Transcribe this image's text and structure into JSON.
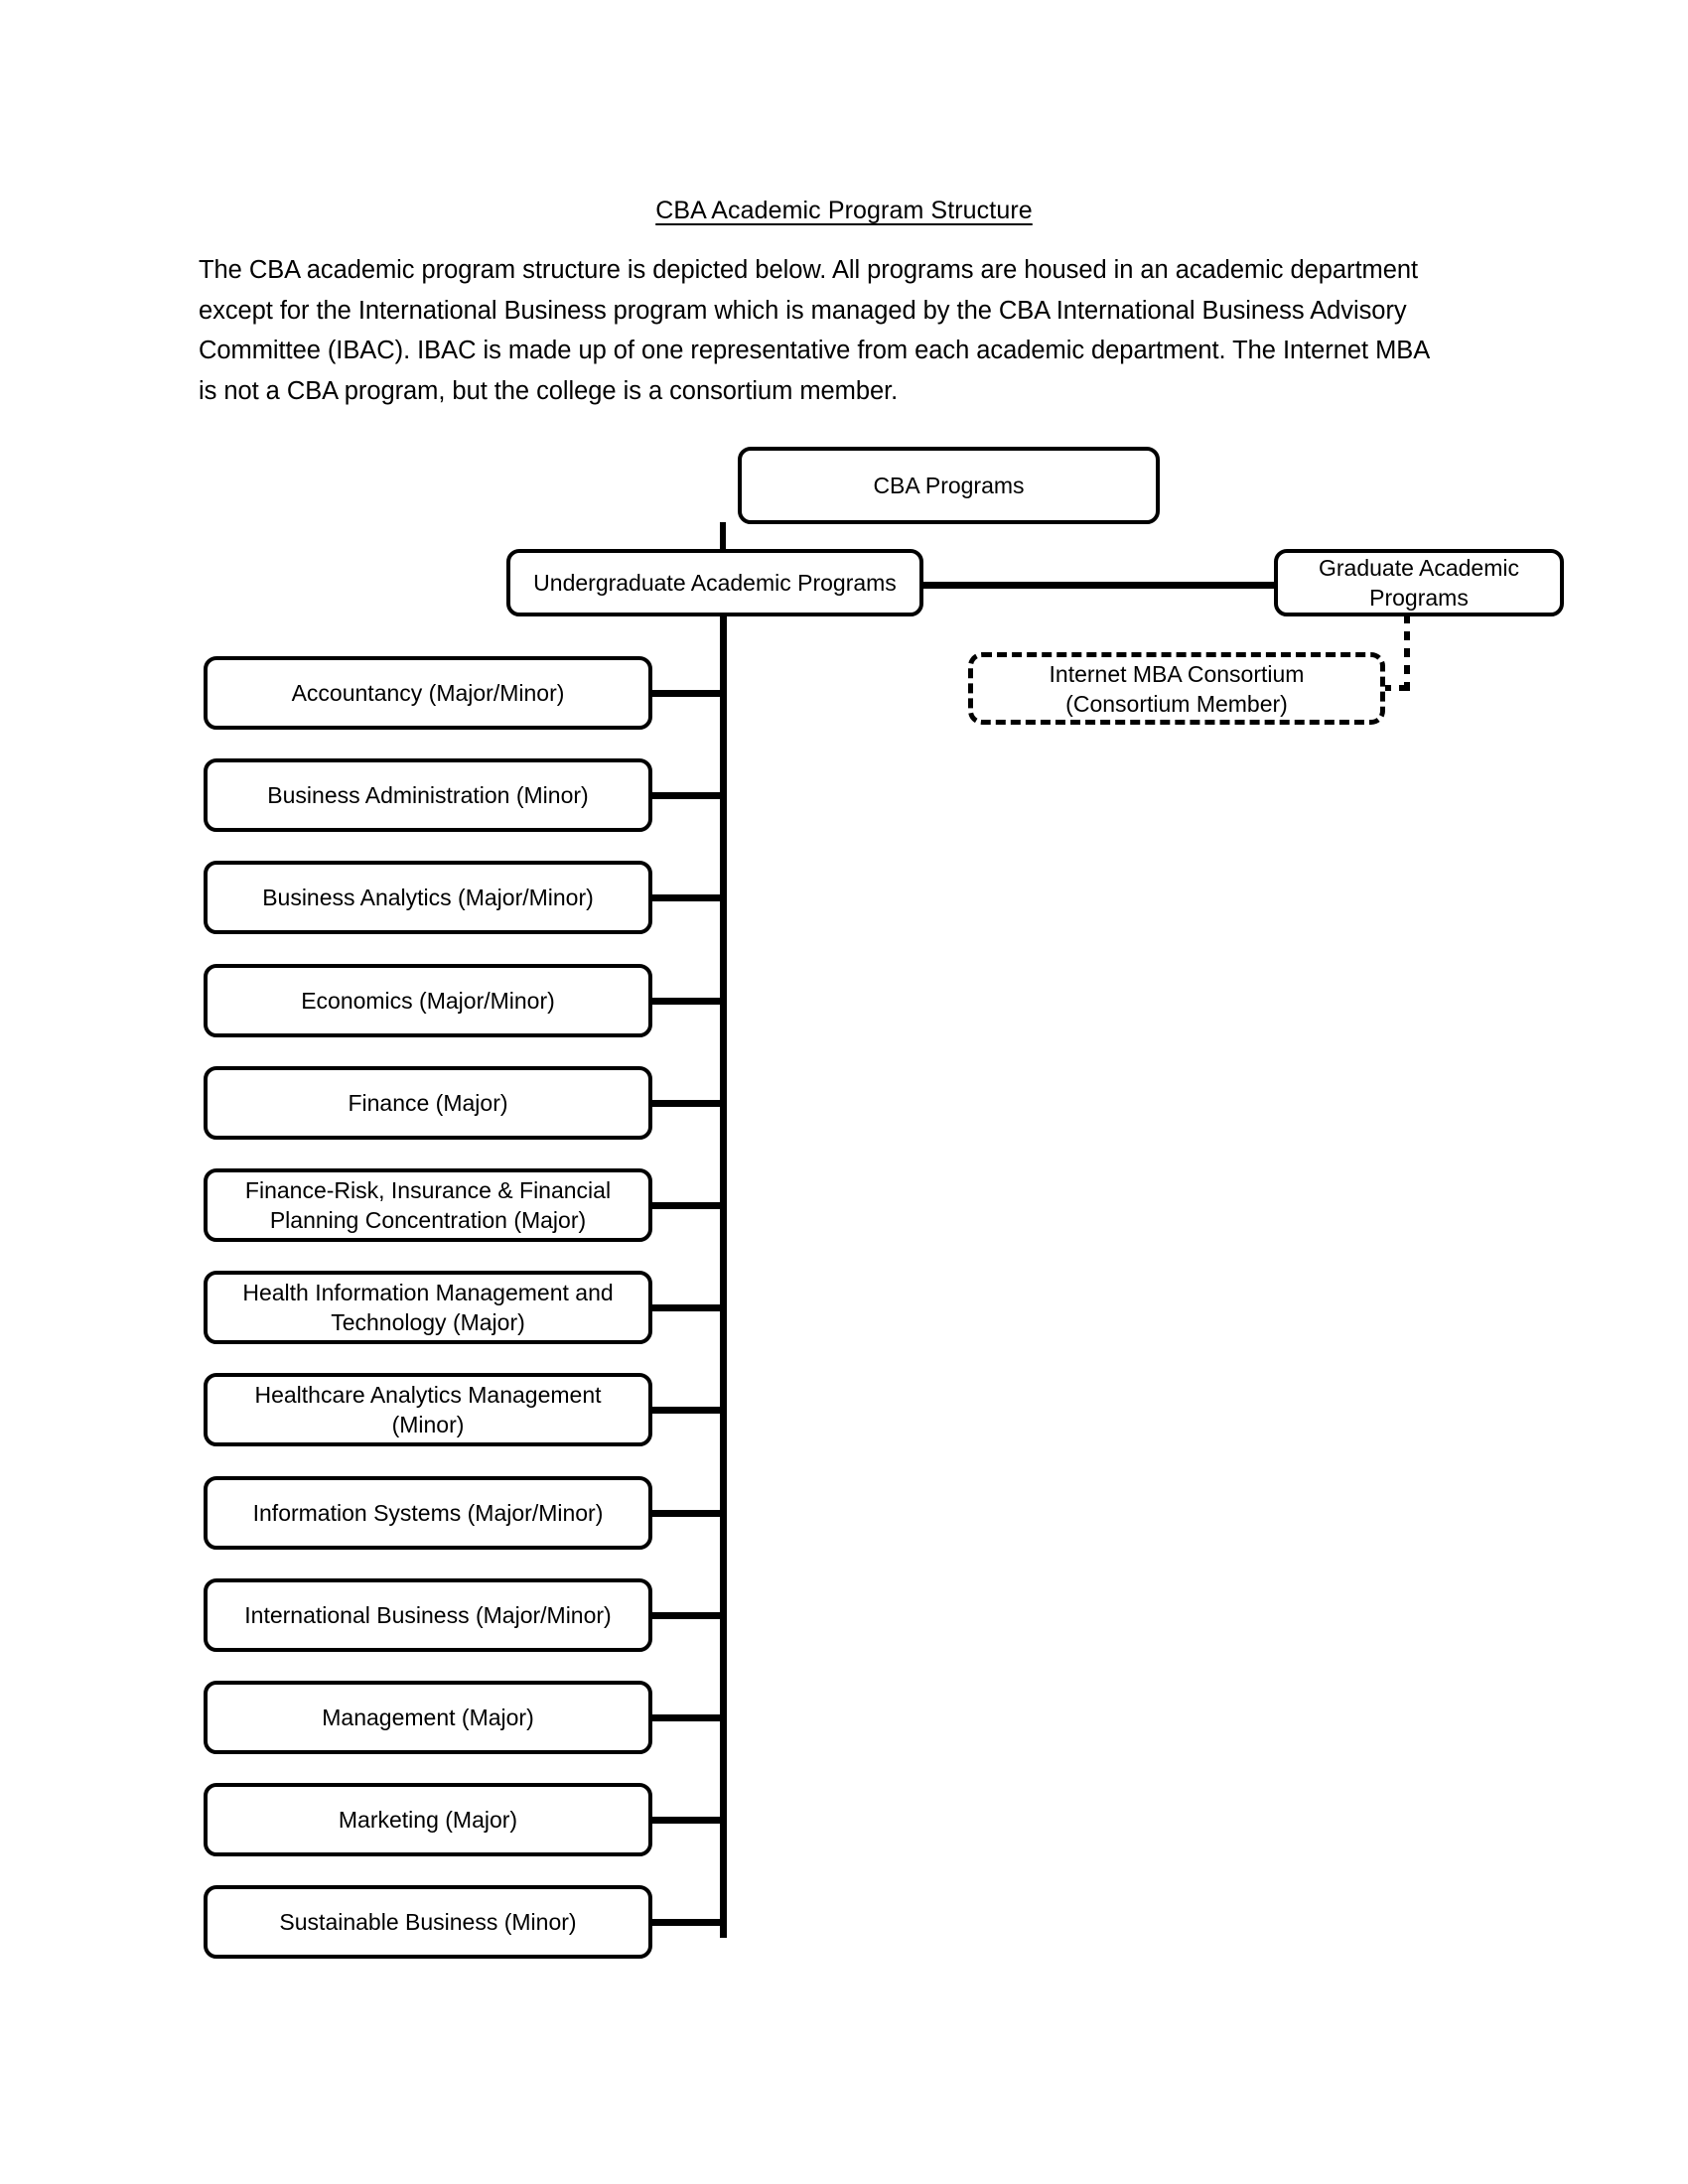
{
  "document": {
    "title": "CBA Academic Program Structure",
    "intro_paragraph": "The CBA academic program structure is depicted below. All programs are housed in an academic department except for the International Business program which is managed by the CBA International Business Advisory Committee (IBAC). IBAC is made up of one representative from each academic department. The Internet MBA is not a CBA program, but the college is a consortium member."
  },
  "chart_data": {
    "type": "diagram",
    "diagram_kind": "organization-chart",
    "title": "CBA Academic Program Structure",
    "orientation": "top-down with left-hand vertical spine",
    "colors": {
      "stroke": "#000000",
      "fill": "#ffffff",
      "text": "#000000"
    },
    "nodes": [
      {
        "id": "root",
        "label": "CBA Programs",
        "style": "solid",
        "level": 0
      },
      {
        "id": "undergrad",
        "label": "Undergraduate Academic Programs",
        "style": "solid",
        "level": 1
      },
      {
        "id": "grad",
        "label": "Graduate Academic\nPrograms",
        "style": "solid",
        "level": 1
      },
      {
        "id": "internet-mba",
        "label": "Internet MBA Consortium\n(Consortium Member)",
        "style": "dashed",
        "level": 2
      }
    ],
    "edges": [
      {
        "from": "root",
        "to": "undergrad",
        "style": "solid"
      },
      {
        "from": "root",
        "to": "grad",
        "style": "solid"
      },
      {
        "from": "grad",
        "to": "internet-mba",
        "style": "dashed"
      }
    ],
    "undergraduate_programs": [
      "Accountancy (Major/Minor)",
      "Business Administration (Minor)",
      "Business Analytics (Major/Minor)",
      "Economics (Major/Minor)",
      "Finance (Major)",
      "Finance-Risk, Insurance & Financial\nPlanning Concentration (Major)",
      "Health Information Management and\nTechnology (Major)",
      "Healthcare Analytics Management\n(Minor)",
      "Information Systems (Major/Minor)",
      "International Business (Major/Minor)",
      "Management (Major)",
      "Marketing (Major)",
      "Sustainable Business (Minor)"
    ],
    "undergraduate_program_count": 13
  }
}
